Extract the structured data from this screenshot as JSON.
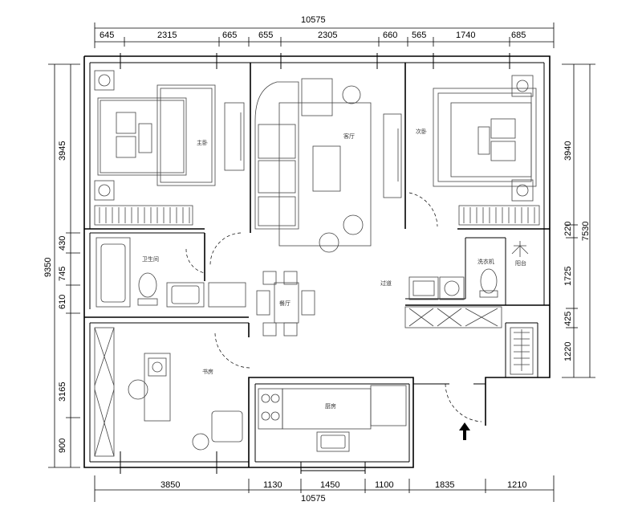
{
  "top_dimensions": {
    "overall": "10575",
    "segments": [
      "645",
      "2315",
      "665",
      "655",
      "2305",
      "660",
      "565",
      "1740",
      "685"
    ]
  },
  "bottom_dimensions": {
    "overall": "10575",
    "segments": [
      "3850",
      "1130",
      "1450",
      "1100",
      "1835",
      "1210"
    ]
  },
  "left_dimensions": {
    "overall": "9350",
    "segments": [
      "3945",
      "430",
      "745",
      "610",
      "3165",
      "900"
    ]
  },
  "right_dimensions": {
    "overall": "7530",
    "segments": [
      "3940",
      "220",
      "1725",
      "425",
      "1220"
    ]
  },
  "rooms": {
    "master_bedroom": "主卧",
    "living_room": "客厅",
    "second_bedroom": "次卧",
    "bathroom": "卫生间",
    "dining_room": "餐厅",
    "study": "书房",
    "kitchen": "厨房",
    "hallway": "过道",
    "laundry": "洗衣机",
    "balcony": "阳台"
  },
  "entrance_arrow": "entrance-arrow"
}
